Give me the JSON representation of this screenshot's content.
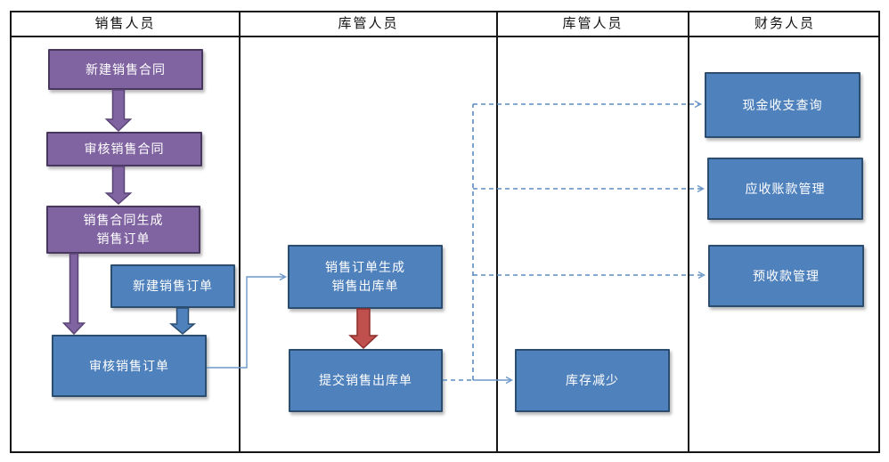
{
  "lanes": [
    {
      "label": "销售人员"
    },
    {
      "label": "库管人员"
    },
    {
      "label": "库管人员"
    },
    {
      "label": "财务人员"
    }
  ],
  "nodes": {
    "create_contract": {
      "label": "新建销售合同"
    },
    "review_contract": {
      "label": "审核销售合同"
    },
    "contract_to_order": {
      "label": "销售合同生成\n销售订单"
    },
    "create_order": {
      "label": "新建销售订单"
    },
    "review_order": {
      "label": "审核销售订单"
    },
    "order_to_outbound": {
      "label": "销售订单生成\n销售出库单"
    },
    "submit_outbound": {
      "label": "提交销售出库单"
    },
    "inventory_decrease": {
      "label": "库存减少"
    },
    "cash_query": {
      "label": "现金收支查询"
    },
    "receivable_mgmt": {
      "label": "应收账款管理"
    },
    "advance_mgmt": {
      "label": "预收款管理"
    }
  },
  "colors": {
    "purple_fill": "#8064a2",
    "purple_border": "#49375f",
    "blue_fill": "#4f81bd",
    "blue_border": "#2a4d70",
    "red_fill": "#c0504d",
    "red_border": "#8b2e2c",
    "connector_line": "#6d98c9",
    "frame_line": "#161616"
  }
}
